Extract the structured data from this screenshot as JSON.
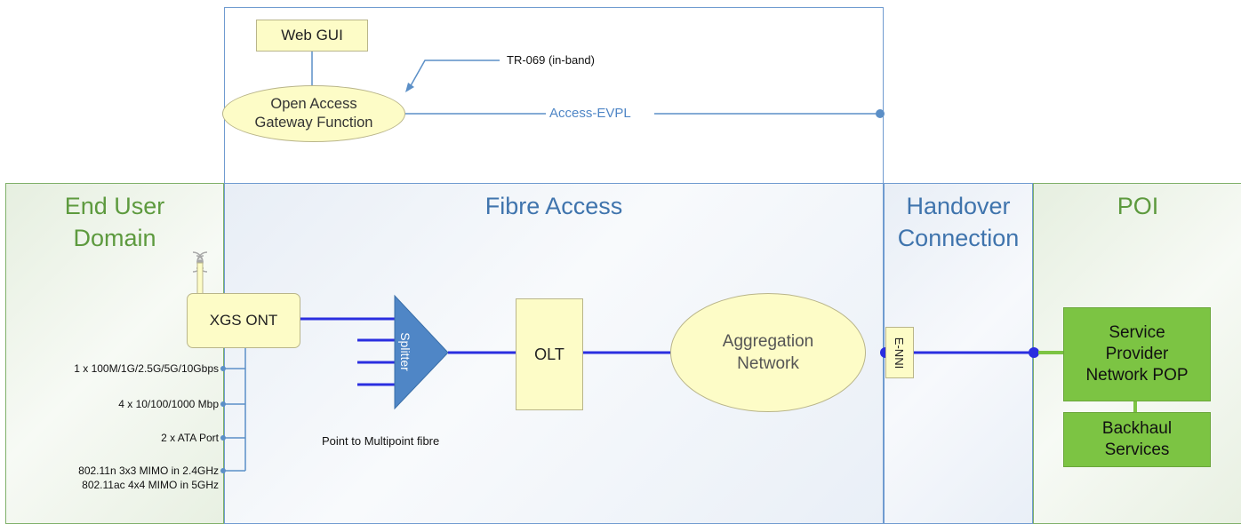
{
  "regions": {
    "end_user": "End User\nDomain",
    "fibre_access": "Fibre Access",
    "handover": "Handover\nConnection",
    "poi": "POI"
  },
  "management": {
    "web_gui": "Web GUI",
    "gateway": "Open Access\nGateway Function",
    "tr069": "TR-069 (in-band)",
    "evpl": "Access-EVPL"
  },
  "devices": {
    "ont": "XGS ONT",
    "splitter": "Splitter",
    "olt": "OLT",
    "aggregation": "Aggregation\nNetwork",
    "enni": "E-NNI",
    "sp_pop": "Service\nProvider\nNetwork POP",
    "backhaul": "Backhaul\nServices"
  },
  "ports": [
    "1 x 100M/1G/2.5G/5G/10Gbps",
    "4 x 10/100/1000 Mbp",
    "2 x ATA Port",
    "802.11n 3x3 MIMO in 2.4GHz\n802.11ac 4x4 MIMO in 5GHz"
  ],
  "fibre_label": "Point to Multipoint fibre",
  "colors": {
    "fibre_line": "#2a2ee0",
    "mgmt_line": "#5b8fc7",
    "splitter": "#4f86c6",
    "green_box": "#7cc443"
  }
}
